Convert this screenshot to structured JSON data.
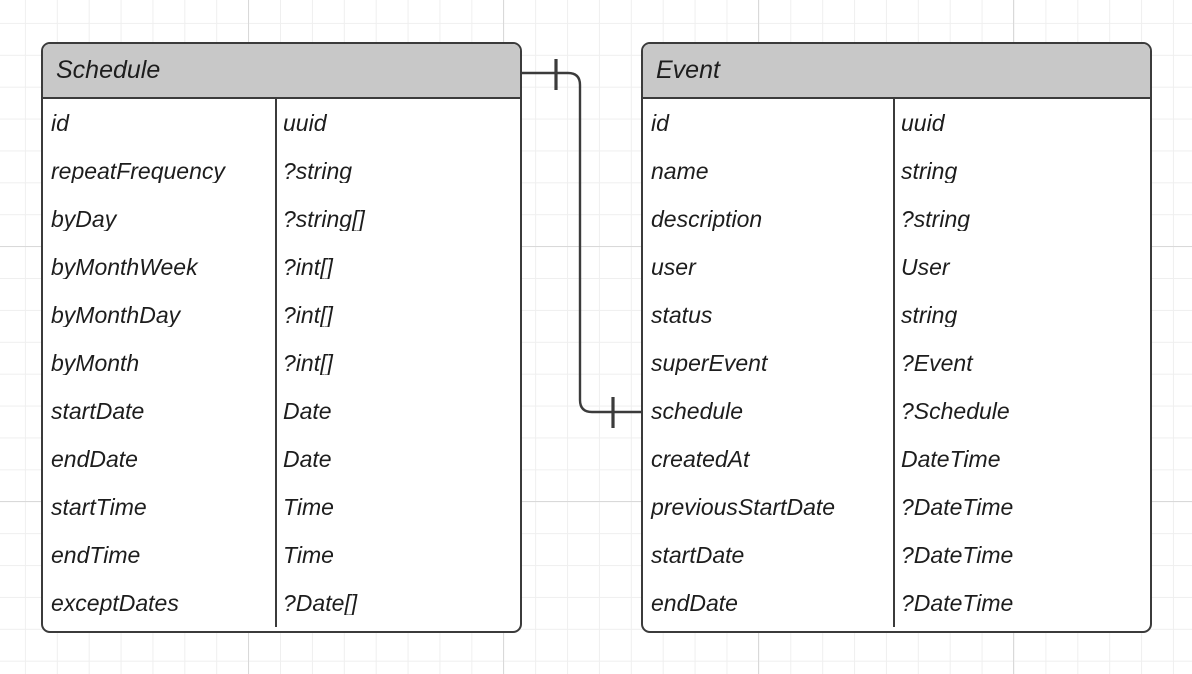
{
  "diagram": {
    "type": "entity-relationship-diagram",
    "background": "grid",
    "line_color": "#3b3b3b",
    "header_fill": "#c8c8c8",
    "entities": [
      {
        "name": "Schedule",
        "fields": [
          {
            "name": "id",
            "type": "uuid"
          },
          {
            "name": "repeatFrequency",
            "type": "?string"
          },
          {
            "name": "byDay",
            "type": "?string[]"
          },
          {
            "name": "byMonthWeek",
            "type": "?int[]"
          },
          {
            "name": "byMonthDay",
            "type": "?int[]"
          },
          {
            "name": "byMonth",
            "type": "?int[]"
          },
          {
            "name": "startDate",
            "type": "Date"
          },
          {
            "name": "endDate",
            "type": "Date"
          },
          {
            "name": "startTime",
            "type": "Time"
          },
          {
            "name": "endTime",
            "type": "Time"
          },
          {
            "name": "exceptDates",
            "type": "?Date[]"
          }
        ]
      },
      {
        "name": "Event",
        "fields": [
          {
            "name": "id",
            "type": "uuid"
          },
          {
            "name": "name",
            "type": "string"
          },
          {
            "name": "description",
            "type": "?string"
          },
          {
            "name": "user",
            "type": "User"
          },
          {
            "name": "status",
            "type": "string"
          },
          {
            "name": "superEvent",
            "type": "?Event"
          },
          {
            "name": "schedule",
            "type": "?Schedule"
          },
          {
            "name": "createdAt",
            "type": "DateTime"
          },
          {
            "name": "previousStartDate",
            "type": "?DateTime"
          },
          {
            "name": "startDate",
            "type": "?DateTime"
          },
          {
            "name": "endDate",
            "type": "?DateTime"
          }
        ]
      }
    ],
    "relationship": {
      "from_entity": "Schedule",
      "to_entity": "Event",
      "to_field": "schedule",
      "from_cardinality": "one",
      "to_cardinality": "one"
    }
  }
}
